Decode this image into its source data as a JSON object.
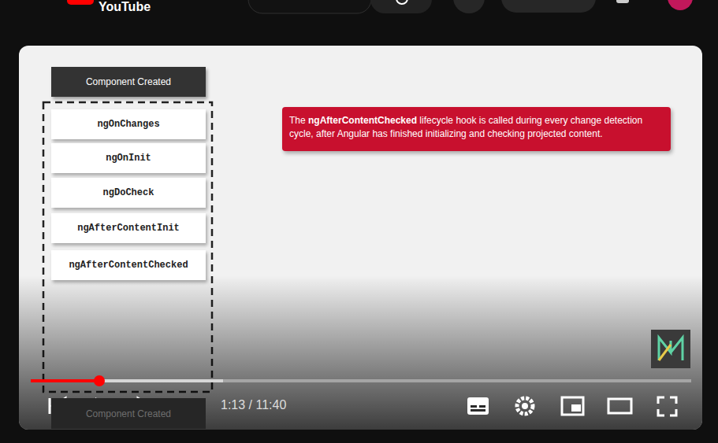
{
  "diagram": {
    "nodes": [
      {
        "text": [
          "Component Created"
        ]
      },
      {
        "text": [
          "ngOnChanges"
        ]
      },
      {
        "text": [
          "ngOnInit"
        ]
      },
      {
        "text": [
          "ngDoCheck"
        ]
      },
      {
        "text": [
          "ngAfterContentInit"
        ]
      },
      {
        "text": [
          "ngAfterContentChecked"
        ]
      },
      {
        "text": [
          "The ngAfterContentChecked lifecycle hook is called during every change detection cycle, after Angular has finished initializing and checking projected content."
        ]
      },
      {
        "text": [
          "Component Created"
        ]
      }
    ],
    "labels": [
      "YouTube",
      "1:13 / 11:40"
    ]
  }
}
